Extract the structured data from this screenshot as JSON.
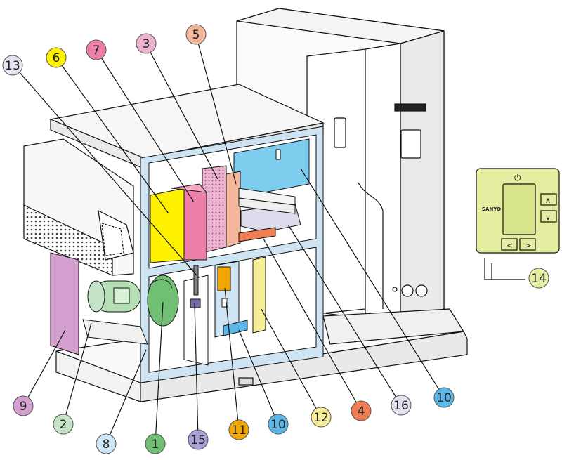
{
  "callouts": [
    {
      "id": "c13",
      "label": "13",
      "color": "#e6e6f2"
    },
    {
      "id": "c6",
      "label": "6",
      "color": "#fff200"
    },
    {
      "id": "c7",
      "label": "7",
      "color": "#ee7fa9"
    },
    {
      "id": "c3",
      "label": "3",
      "color": "#eeb3d0"
    },
    {
      "id": "c5",
      "label": "5",
      "color": "#f6b89c"
    },
    {
      "id": "c14",
      "label": "14",
      "color": "#e4eda0"
    },
    {
      "id": "c9",
      "label": "9",
      "color": "#d4a0cf"
    },
    {
      "id": "c2",
      "label": "2",
      "color": "#c5e5c9"
    },
    {
      "id": "c8",
      "label": "8",
      "color": "#cfe6f7"
    },
    {
      "id": "c1",
      "label": "1",
      "color": "#71bf72"
    },
    {
      "id": "c15",
      "label": "15",
      "color": "#a8a1d6"
    },
    {
      "id": "c11",
      "label": "11",
      "color": "#f2a700"
    },
    {
      "id": "c10a",
      "label": "10",
      "color": "#5cb8e8"
    },
    {
      "id": "c12",
      "label": "12",
      "color": "#f7ee97"
    },
    {
      "id": "c4",
      "label": "4",
      "color": "#ef7e55"
    },
    {
      "id": "c16",
      "label": "16",
      "color": "#e3e3ef"
    },
    {
      "id": "c10b",
      "label": "10",
      "color": "#5cb8e8"
    }
  ],
  "controller": {
    "brand": "SANYO",
    "power_symbol": "⏻",
    "up_arrow": "∧",
    "down_arrow": "∨",
    "left_arrow": "<",
    "right_arrow": ">"
  },
  "component_colors": {
    "frame": "#cfe4f3",
    "filter_yellow": "#fff200",
    "filter_pink": "#ee7fa9",
    "mesh_pink": "#eeb3d0",
    "heater_orange": "#f6b89c",
    "coil_blue": "#7fcdee",
    "humidifier_lavender": "#dcdcec",
    "drain_orange": "#ef7e55",
    "motor_green": "#b7dfb6",
    "fan_green": "#71bf72",
    "base_purple": "#d4a0cf",
    "pipe_orange": "#f2a700",
    "box_yellow": "#f7ee97",
    "controller_green": "#e4eda0"
  }
}
